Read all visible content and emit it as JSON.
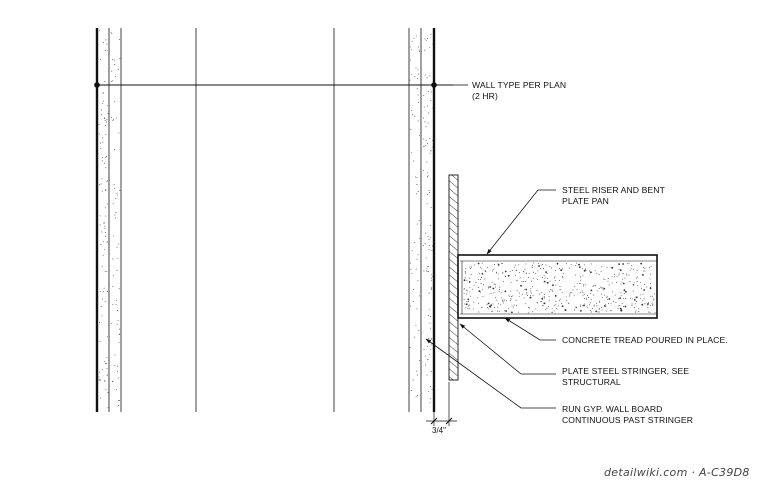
{
  "notes": {
    "wall_type": "WALL TYPE PER PLAN",
    "wall_type_rating": "(2 HR)",
    "riser_line1": "STEEL RISER AND BENT",
    "riser_line2": "PLATE PAN",
    "tread": "CONCRETE TREAD POURED IN PLACE.",
    "stringer_line1": "PLATE STEEL STRINGER, SEE",
    "stringer_line2": "STRUCTURAL",
    "gyp_line1": "RUN GYP. WALL BOARD",
    "gyp_line2": "CONTINUOUS PAST STRINGER"
  },
  "dimension": {
    "gap": "3/4\""
  },
  "watermark": "detailwiki.com · A-C39D8"
}
